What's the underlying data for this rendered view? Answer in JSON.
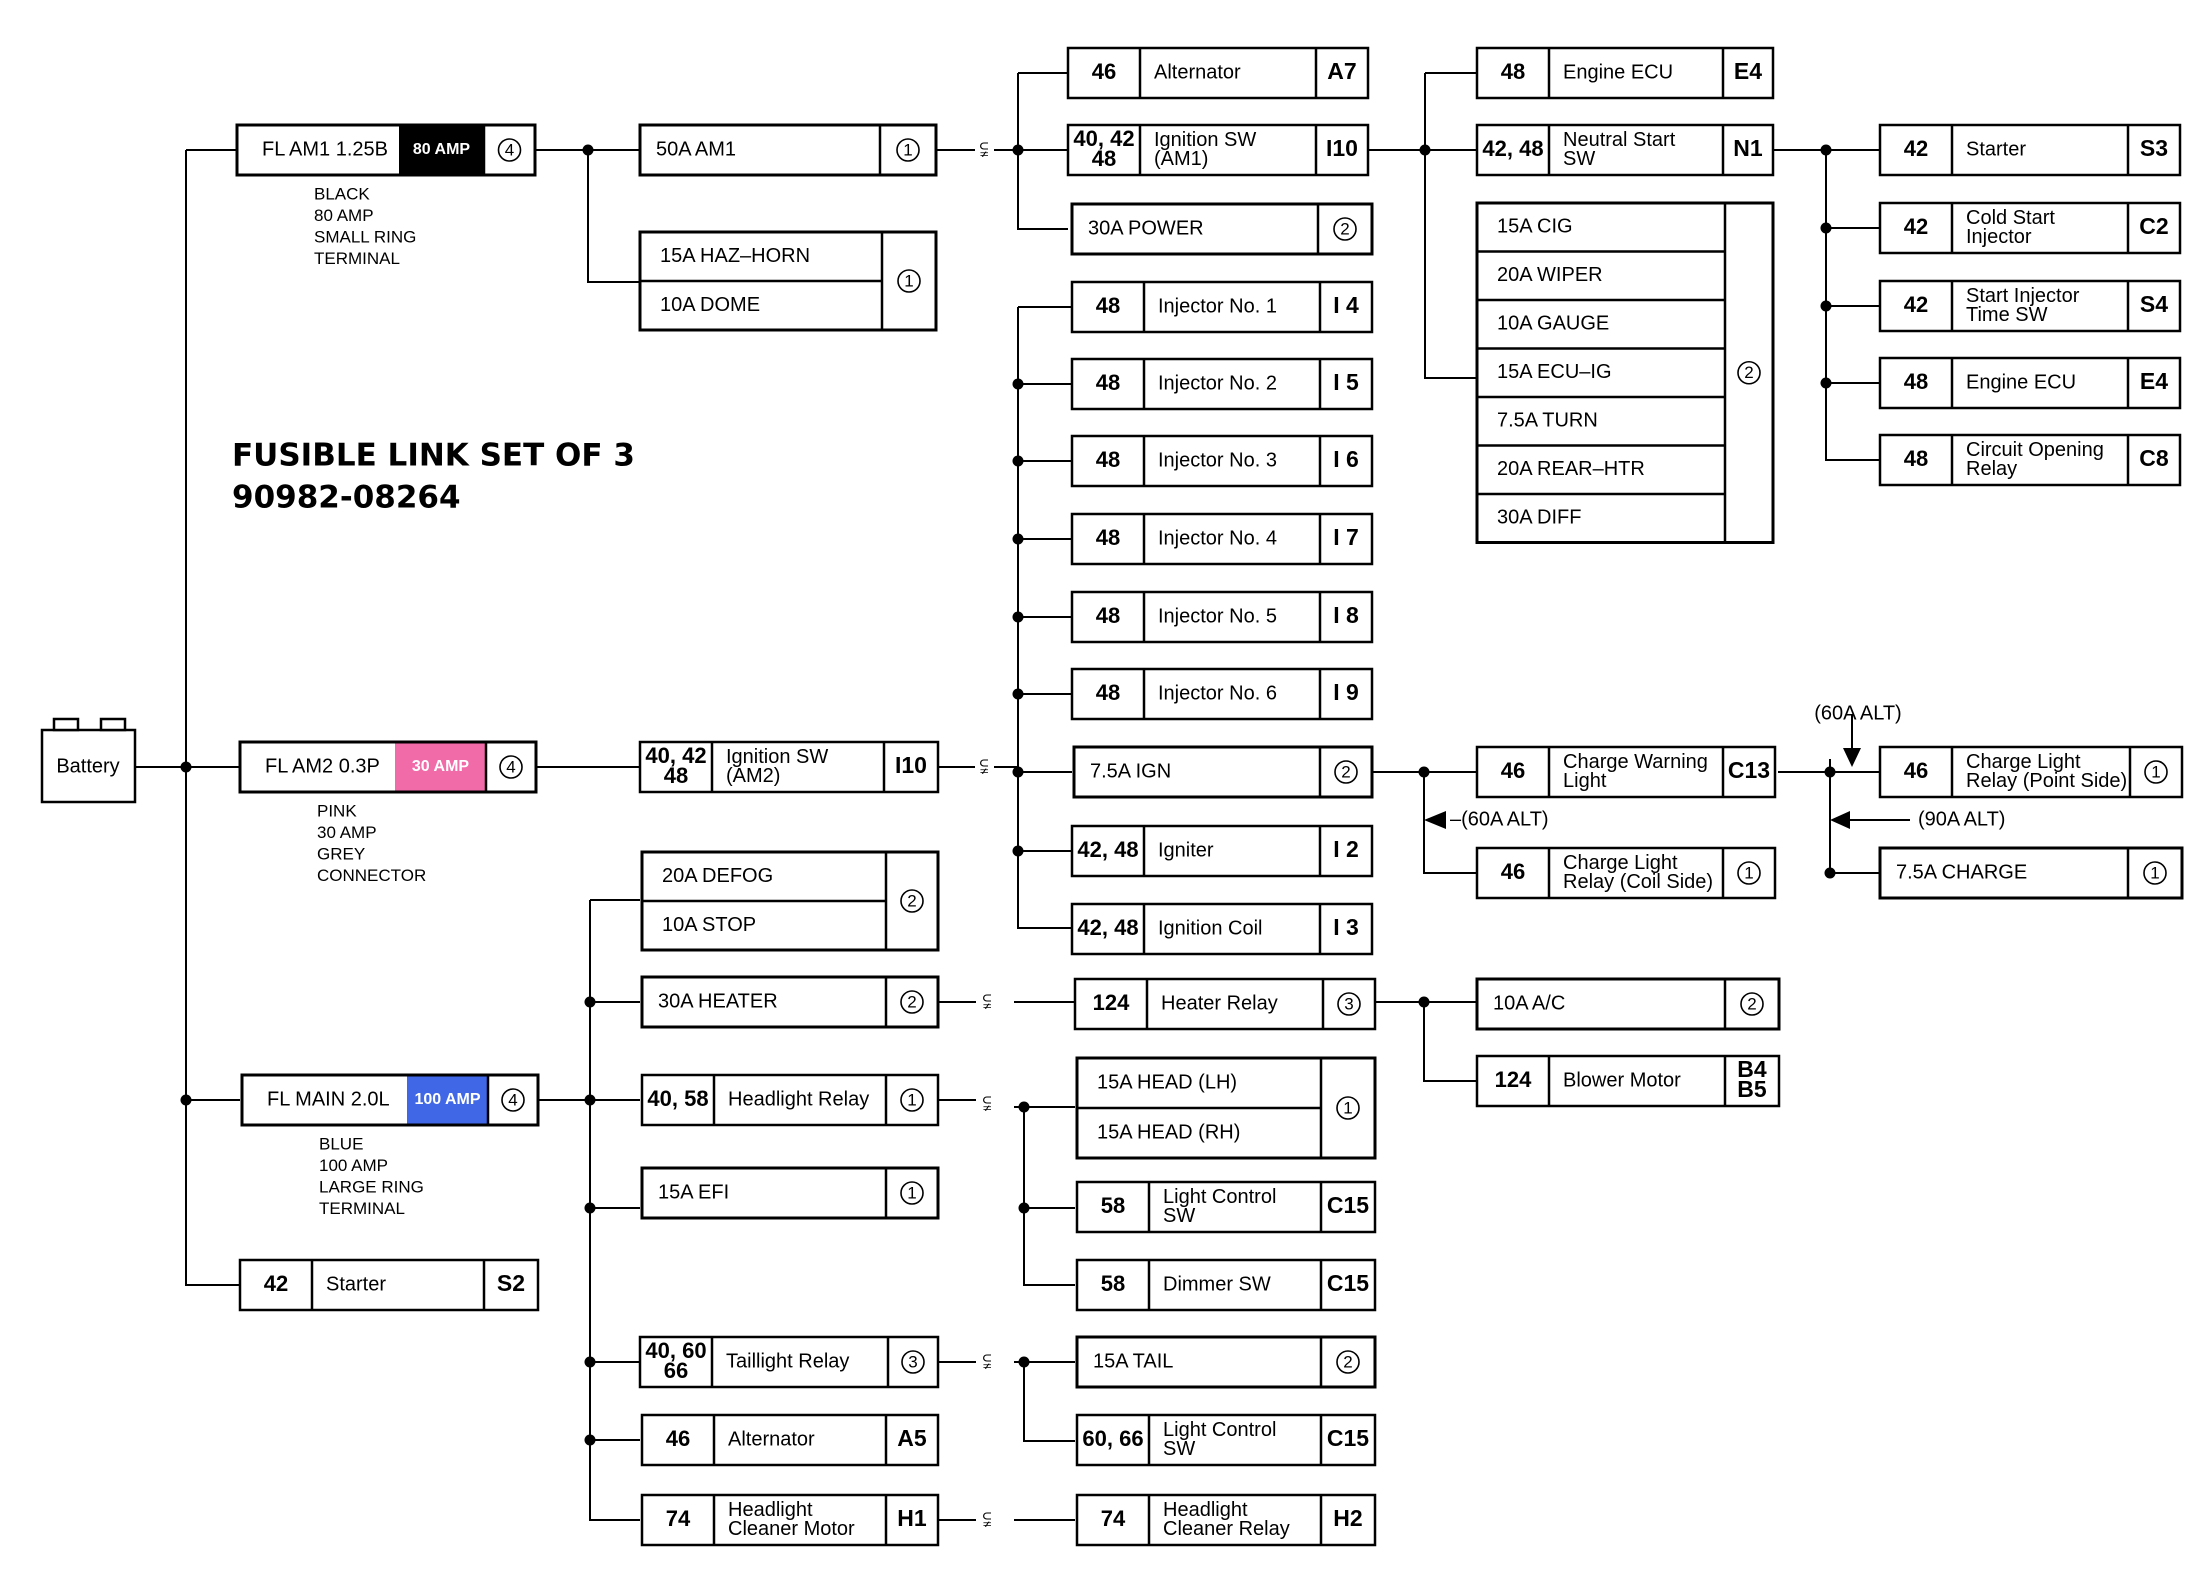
{
  "title": {
    "line1": "FUSIBLE LINK SET OF 3",
    "line2": "90982-08264"
  },
  "battery_label": "Battery",
  "colors": {
    "black": "#000000",
    "pink": "#f06ba8",
    "blue": "#3f67e6"
  },
  "branch_marks": {
    "left": "⫋",
    "right": "⫊"
  },
  "fusible_links": [
    {
      "label": "FL AM1 1.25B",
      "amp": "80 AMP",
      "num": "4",
      "note": [
        "BLACK",
        "80 AMP",
        "SMALL RING",
        "TERMINAL"
      ]
    },
    {
      "label": "FL AM2 0.3P",
      "amp": "30 AMP",
      "num": "4",
      "note": [
        "PINK",
        "30 AMP",
        "GREY",
        "CONNECTOR"
      ]
    },
    {
      "label": "FL MAIN 2.0L",
      "amp": "100 AMP",
      "num": "4",
      "note": [
        "BLUE",
        "100 AMP",
        "LARGE RING",
        "TERMINAL"
      ]
    }
  ],
  "fuses": {
    "am1": {
      "label": "50A AM1",
      "num": "1"
    },
    "haz_dome": {
      "items": [
        "15A HAZ–HORN",
        "10A DOME"
      ],
      "num": "1"
    },
    "power": {
      "label": "30A POWER",
      "num": "2"
    },
    "ign_group": {
      "items": [
        "15A CIG",
        "20A WIPER",
        "10A GAUGE",
        "15A ECU–IG",
        "7.5A TURN",
        "20A REAR–HTR",
        "30A DIFF"
      ],
      "num": "2"
    },
    "ign": {
      "label": "7.5A IGN",
      "num": "2"
    },
    "defog_stop": {
      "items": [
        "20A DEFOG",
        "10A STOP"
      ],
      "num": "2"
    },
    "heater": {
      "label": "30A HEATER",
      "num": "2"
    },
    "efi": {
      "label": "15A EFI",
      "num": "1"
    },
    "ac": {
      "label": "10A A/C",
      "num": "2"
    },
    "head": {
      "items": [
        "15A HEAD (LH)",
        "15A HEAD (RH)"
      ],
      "num": "1"
    },
    "tail": {
      "label": "15A TAIL",
      "num": "2"
    },
    "charge": {
      "label": "7.5A CHARGE",
      "num": "1"
    }
  },
  "components": {
    "alternator_top": {
      "num": "46",
      "label": "Alternator",
      "code": "A7"
    },
    "ignition_am1": {
      "num": [
        "40, 42",
        "48"
      ],
      "label": [
        "Ignition SW",
        "(AM1)"
      ],
      "code": "I10"
    },
    "engine_ecu_e4": {
      "num": "48",
      "label": "Engine ECU",
      "code": "E4"
    },
    "neutral_start": {
      "num": "42, 48",
      "label": [
        "Neutral Start",
        "SW"
      ],
      "code": "N1"
    },
    "starter_s3": {
      "num": "42",
      "label": "Starter",
      "code": "S3"
    },
    "cold_start": {
      "num": "42",
      "label": [
        "Cold Start",
        "Injector"
      ],
      "code": "C2"
    },
    "start_injector_time": {
      "num": "42",
      "label": [
        "Start Injector",
        "Time SW"
      ],
      "code": "S4"
    },
    "engine_ecu_right": {
      "num": "48",
      "label": "Engine ECU",
      "code": "E4"
    },
    "circuit_opening": {
      "num": "48",
      "label": [
        "Circuit Opening",
        "Relay"
      ],
      "code": "C8"
    },
    "injectors": [
      {
        "num": "48",
        "label": "Injector No. 1",
        "code": "I 4"
      },
      {
        "num": "48",
        "label": "Injector No. 2",
        "code": "I 5"
      },
      {
        "num": "48",
        "label": "Injector No. 3",
        "code": "I 6"
      },
      {
        "num": "48",
        "label": "Injector No. 4",
        "code": "I 7"
      },
      {
        "num": "48",
        "label": "Injector No. 5",
        "code": "I 8"
      },
      {
        "num": "48",
        "label": "Injector No. 6",
        "code": "I 9"
      }
    ],
    "ignition_am2": {
      "num": [
        "40, 42",
        "48"
      ],
      "label": [
        "Ignition SW",
        "(AM2)"
      ],
      "code": "I10"
    },
    "igniter": {
      "num": "42, 48",
      "label": "Igniter",
      "code": "I 2"
    },
    "ignition_coil": {
      "num": "42, 48",
      "label": "Ignition Coil",
      "code": "I 3"
    },
    "charge_warning": {
      "num": "46",
      "label": [
        "Charge Warning",
        "Light"
      ],
      "code": "C13"
    },
    "charge_relay_point": {
      "num": "46",
      "label": [
        "Charge Light",
        "Relay (Point Side)"
      ],
      "code": "1"
    },
    "charge_relay_coil": {
      "num": "46",
      "label": [
        "Charge Light",
        "Relay (Coil Side)"
      ],
      "code": "1"
    },
    "heater_relay": {
      "num": "124",
      "label": "Heater Relay",
      "code": "3"
    },
    "blower_motor": {
      "num": "124",
      "label": "Blower Motor",
      "code": [
        "B4",
        "B5"
      ]
    },
    "headlight_relay": {
      "num": "40, 58",
      "label": "Headlight Relay",
      "code": "1"
    },
    "light_control_c15": {
      "num": "58",
      "label": [
        "Light Control",
        "SW"
      ],
      "code": "C15"
    },
    "dimmer_sw": {
      "num": "58",
      "label": "Dimmer SW",
      "code": "C15"
    },
    "starter_s2": {
      "num": "42",
      "label": "Starter",
      "code": "S2"
    },
    "taillight_relay": {
      "num": [
        "40, 60",
        "66"
      ],
      "label": "Taillight Relay",
      "code": "3"
    },
    "light_control_tail": {
      "num": "60, 66",
      "label": [
        "Light Control",
        "SW"
      ],
      "code": "C15"
    },
    "alternator_a5": {
      "num": "46",
      "label": "Alternator",
      "code": "A5"
    },
    "headlight_cleaner_motor": {
      "num": "74",
      "label": [
        "Headlight",
        "Cleaner Motor"
      ],
      "code": "H1"
    },
    "headlight_cleaner_relay": {
      "num": "74",
      "label": [
        "Headlight",
        "Cleaner Relay"
      ],
      "code": "H2"
    }
  },
  "annotations": {
    "alt60_top": "(60A ALT)",
    "alt60_mid": "–(60A ALT)",
    "alt90": "(90A ALT)"
  }
}
